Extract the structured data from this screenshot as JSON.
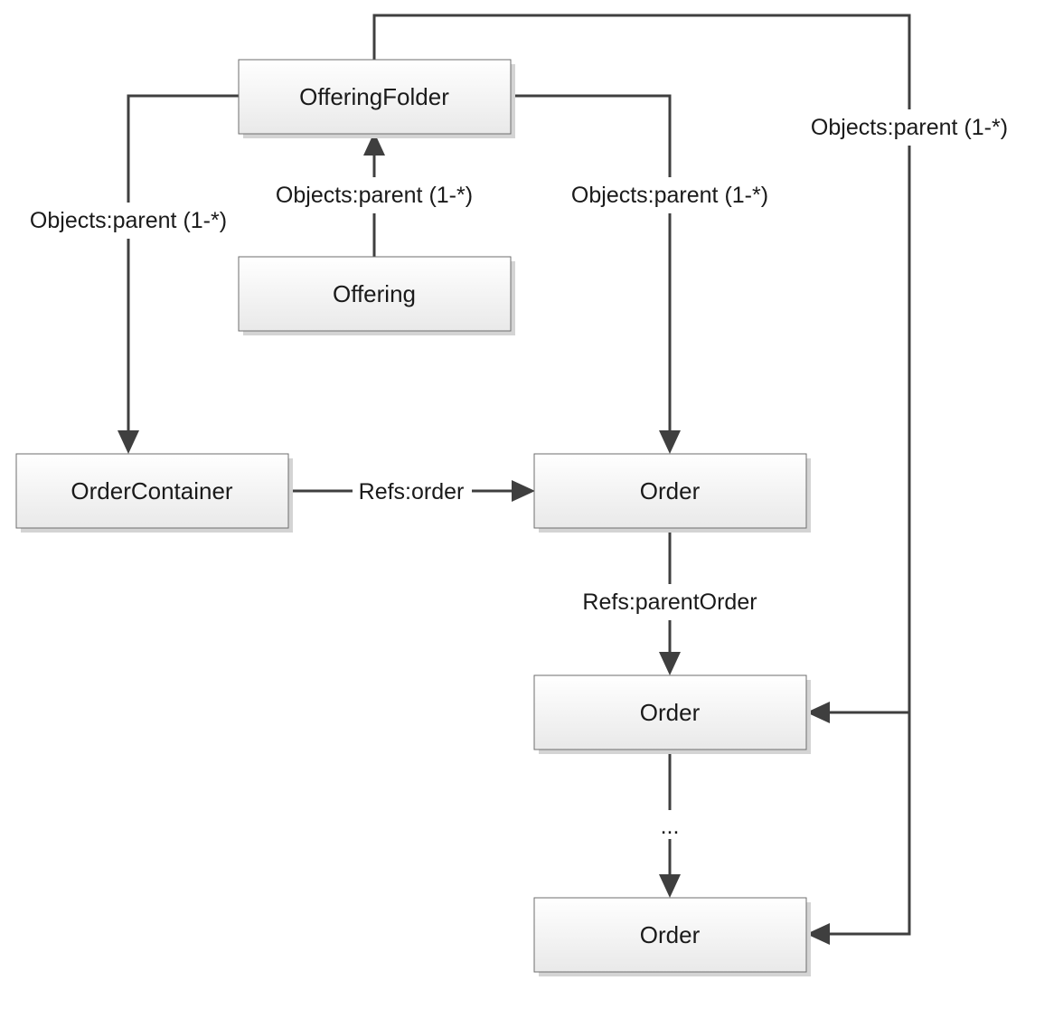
{
  "nodes": {
    "offering_folder": "OfferingFolder",
    "offering": "Offering",
    "order_container": "OrderContainer",
    "order_1": "Order",
    "order_2": "Order",
    "order_3": "Order"
  },
  "edges": {
    "folder_to_container": "Objects:parent (1-*)",
    "offering_to_folder": "Objects:parent (1-*)",
    "folder_to_order": "Objects:parent (1-*)",
    "folder_to_deep_orders": "Objects:parent (1-*)",
    "container_to_order": "Refs:order",
    "order_to_parent_order": "Refs:parentOrder",
    "order_chain_ellipsis": "..."
  },
  "colors": {
    "node_fill_top": "#ffffff",
    "node_fill_bottom": "#e9e9e9",
    "line": "#3f3f3f"
  }
}
